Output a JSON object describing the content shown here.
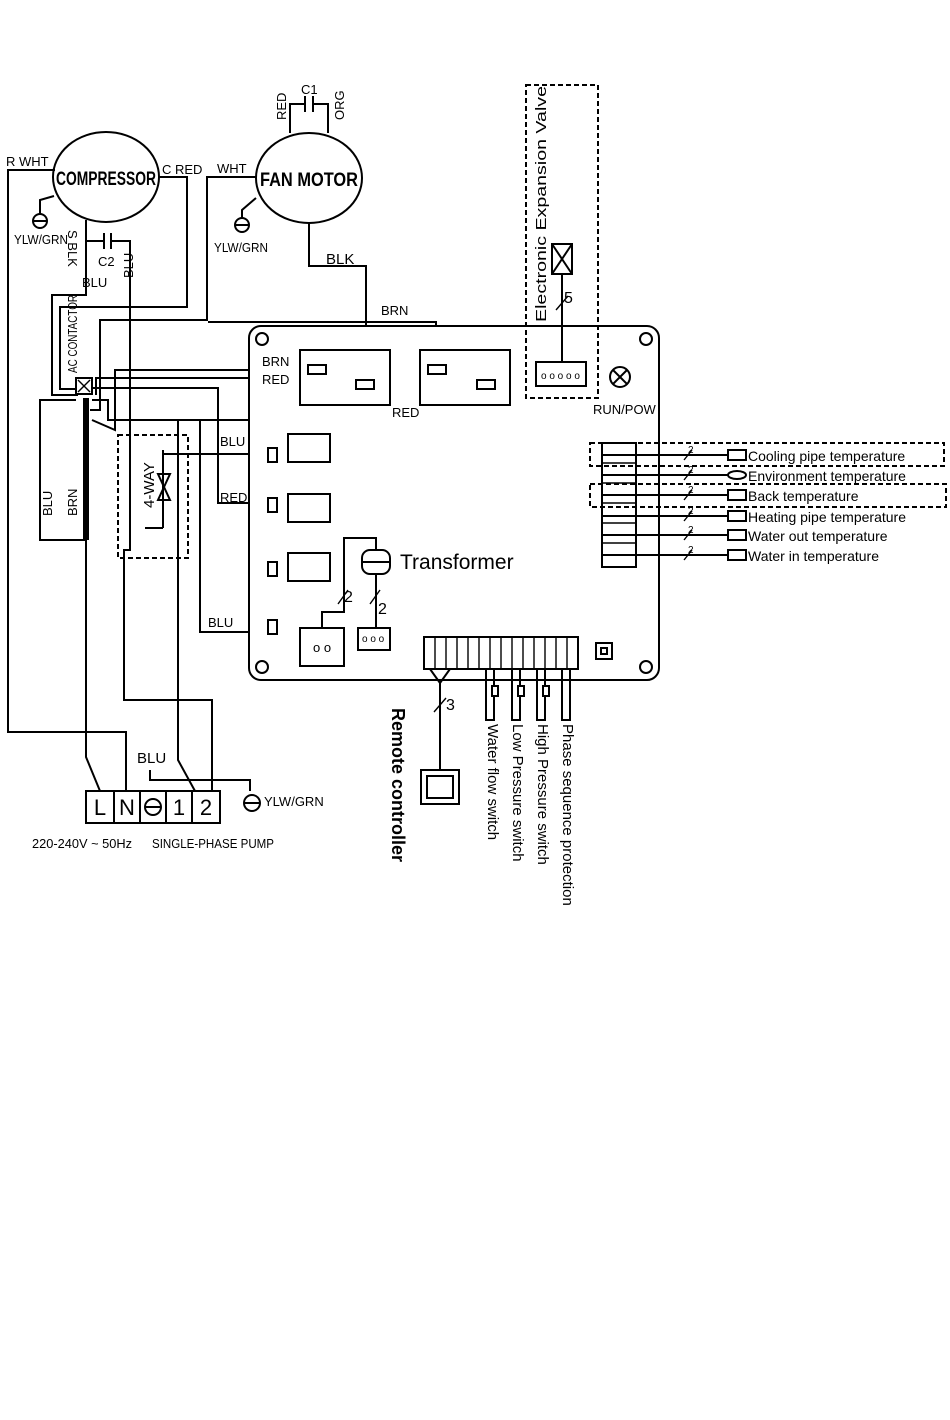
{
  "compressor": {
    "name": "COMPRESSOR",
    "r_wht": "R WHT",
    "c_red": "C RED",
    "s_blk": "S BLK",
    "ground": "YLW/GRN",
    "cap": "C2",
    "blu_a": "BLU",
    "blu_b": "BLU"
  },
  "fan_motor": {
    "name": "FAN MOTOR",
    "wht": "WHT",
    "cap": "C1",
    "red": "RED",
    "org": "ORG",
    "ground": "YLW/GRN",
    "blk": "BLK"
  },
  "contactor": {
    "name": "AC CONTACTOR",
    "blu": "BLU",
    "brn": "BRN"
  },
  "four_way": {
    "name": "4-WAY"
  },
  "board": {
    "brn_top": "BRN",
    "brn_left": "BRN",
    "red_left": "RED",
    "red_mid": "RED",
    "blu1": "BLU",
    "red2": "RED",
    "blu4": "BLU",
    "transformer": "Transformer",
    "transformer_count_a": "2",
    "transformer_count_b": "2",
    "run_pow": "RUN/POW"
  },
  "expansion_valve": {
    "name": "Electronic Expansion Valve",
    "count": "5"
  },
  "sensors": [
    {
      "label": "Cooling pipe temperature",
      "count": "2"
    },
    {
      "label": "Environment temperature",
      "count": "2"
    },
    {
      "label": "Back temperature",
      "count": "2"
    },
    {
      "label": "Heating pipe temperature",
      "count": "2"
    },
    {
      "label": "Water out temperature",
      "count": "2"
    },
    {
      "label": "Water in temperature",
      "count": "2"
    }
  ],
  "switches": [
    {
      "label": "Water flow switch"
    },
    {
      "label": "Low Pressure  switch"
    },
    {
      "label": "High Pressure  switch"
    },
    {
      "label": "Phase sequence protection"
    }
  ],
  "remote": {
    "name": "Remote controller",
    "count": "3"
  },
  "terminal": {
    "L": "L",
    "N": "N",
    "t1": "1",
    "t2": "2",
    "blu": "BLU",
    "ground": "YLW/GRN",
    "voltage": "220-240V ~ 50Hz",
    "pump": "SINGLE-PHASE PUMP"
  }
}
